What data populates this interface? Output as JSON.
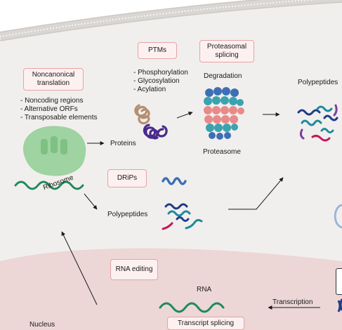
{
  "boxes": {
    "ptms": "PTMs",
    "proteasomal_splicing_line1": "Proteasomal",
    "proteasomal_splicing_line2": "splicing",
    "noncanonical_line1": "Noncanonical",
    "noncanonical_line2": "translation",
    "drips": "DRiPs",
    "rna_editing": "RNA editing",
    "transcript_splicing": "Transcript splicing"
  },
  "lists": {
    "noncanonical_sources": [
      "- Noncoding regions",
      "- Alternative ORFs",
      "- Transposable elements"
    ],
    "ptm_types": [
      "- Phosphorylation",
      "- Glycosylation",
      "- Acylation"
    ]
  },
  "labels": {
    "degradation": "Degradation",
    "proteasome": "Proteasome",
    "proteins": "Proteins",
    "polypeptides_middle": "Polypeptides",
    "polypeptides_right": "Polypeptides",
    "ribosome": "Ribosome",
    "rna": "RNA",
    "transcription": "Transcription",
    "nucleus": "Nucleus"
  },
  "colors": {
    "cytoplasm": "#f1efed",
    "membrane": "#d9d6d3",
    "nucleus": "#ecd6d6",
    "box_fill": "#fdf0f0",
    "box_border": "#e5a4a4",
    "ribosome": "#9fd3a1",
    "rna_strand": "#1e8a5a",
    "proteasome_blue": "#3d6fb6",
    "proteasome_teal": "#3ba3b0",
    "proteasome_pink": "#e88a8a",
    "peptide_navy": "#1f3c88",
    "peptide_magenta": "#c2185b",
    "peptide_teal": "#1e8aa0",
    "peptide_purple": "#7b3fa0",
    "protein_tan": "#b58f70",
    "protein_purple": "#4a2a8c"
  }
}
